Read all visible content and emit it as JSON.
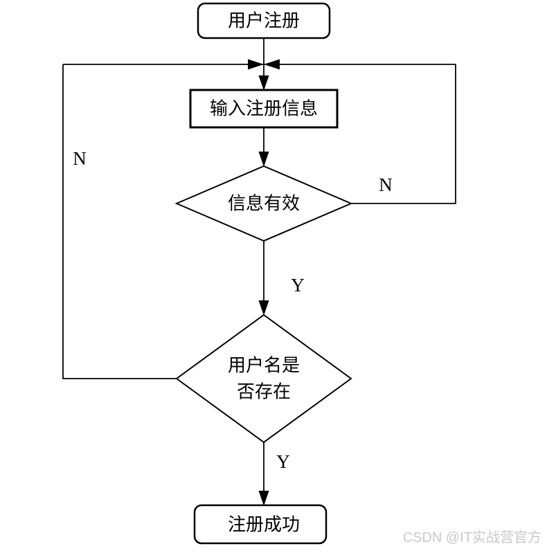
{
  "diagram": {
    "nodes": {
      "start": {
        "label": "用户注册",
        "type": "terminator"
      },
      "input": {
        "label": "输入注册信息",
        "type": "process"
      },
      "decision_valid": {
        "label": "信息有效",
        "type": "decision"
      },
      "decision_username": {
        "label_line1": "用户名是",
        "label_line2": "否存在",
        "type": "decision"
      },
      "end": {
        "label": "注册成功",
        "type": "terminator"
      }
    },
    "edge_labels": {
      "valid_no": "N",
      "valid_yes": "Y",
      "username_no": "N",
      "username_yes": "Y"
    },
    "colors": {
      "stroke": "#000000",
      "node_fill": "#ffffff",
      "background": "#ffffff"
    }
  },
  "watermark": {
    "text": "CSDN @IT实战营官方",
    "color": "#c9c9c9"
  }
}
